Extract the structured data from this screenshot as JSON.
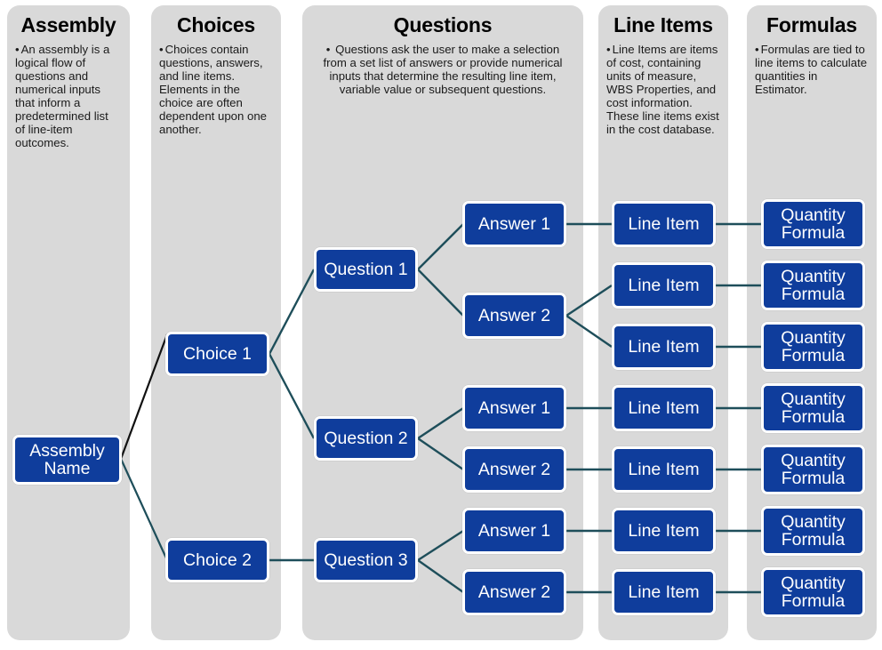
{
  "diagram": {
    "title": "Assembly structure flow",
    "colors": {
      "panel_gray": "#D9D9D9",
      "node_blue": "#0F3D9C",
      "node_border": "#FFFFFF",
      "connector_teal": "#1E4E5A",
      "connector_black": "#111111",
      "text_dark": "#1A1A1A"
    }
  },
  "columns": [
    {
      "id": "assembly",
      "title": "Assembly",
      "bullets": [
        "An assembly is a logical flow of questions and numerical inputs that inform a predetermined list of line-item outcomes."
      ]
    },
    {
      "id": "choices",
      "title": "Choices",
      "bullets": [
        "Choices contain questions, answers, and line items. Elements in the choice are often dependent upon one another."
      ]
    },
    {
      "id": "questions",
      "title": "Questions",
      "bullets": [
        "Questions ask the user to make a selection from a set list of answers or provide numerical inputs that determine the resulting line item, variable value or subsequent questions."
      ]
    },
    {
      "id": "line-items",
      "title": "Line Items",
      "bullets": [
        "Line Items are items of cost, containing units of measure, WBS Properties, and cost information. These line items exist in the cost database."
      ]
    },
    {
      "id": "formulas",
      "title": "Formulas",
      "bullets": [
        "Formulas are tied to line items to calculate quantities in Estimator."
      ]
    }
  ],
  "nodes": {
    "assembly": [
      {
        "id": "assembly-name",
        "label": "Assembly\nName"
      }
    ],
    "choices": [
      {
        "id": "choice-1",
        "label": "Choice 1"
      },
      {
        "id": "choice-2",
        "label": "Choice 2"
      }
    ],
    "questions": [
      {
        "id": "question-1",
        "label": "Question 1"
      },
      {
        "id": "question-2",
        "label": "Question 2"
      },
      {
        "id": "question-3",
        "label": "Question 3"
      }
    ],
    "answers": [
      {
        "id": "answer-1-1",
        "label": "Answer 1"
      },
      {
        "id": "answer-1-2",
        "label": "Answer 2"
      },
      {
        "id": "answer-2-1",
        "label": "Answer 1"
      },
      {
        "id": "answer-2-2",
        "label": "Answer 2"
      },
      {
        "id": "answer-3-1",
        "label": "Answer 1"
      },
      {
        "id": "answer-3-2",
        "label": "Answer 2"
      }
    ],
    "line_items": [
      {
        "id": "line-item-1",
        "label": "Line Item"
      },
      {
        "id": "line-item-2",
        "label": "Line Item"
      },
      {
        "id": "line-item-3",
        "label": "Line Item"
      },
      {
        "id": "line-item-4",
        "label": "Line Item"
      },
      {
        "id": "line-item-5",
        "label": "Line Item"
      },
      {
        "id": "line-item-6",
        "label": "Line Item"
      },
      {
        "id": "line-item-7",
        "label": "Line Item"
      }
    ],
    "formulas": [
      {
        "id": "formula-1",
        "label": "Quantity\nFormula"
      },
      {
        "id": "formula-2",
        "label": "Quantity\nFormula"
      },
      {
        "id": "formula-3",
        "label": "Quantity\nFormula"
      },
      {
        "id": "formula-4",
        "label": "Quantity\nFormula"
      },
      {
        "id": "formula-5",
        "label": "Quantity\nFormula"
      },
      {
        "id": "formula-6",
        "label": "Quantity\nFormula"
      },
      {
        "id": "formula-7",
        "label": "Quantity\nFormula"
      }
    ]
  }
}
